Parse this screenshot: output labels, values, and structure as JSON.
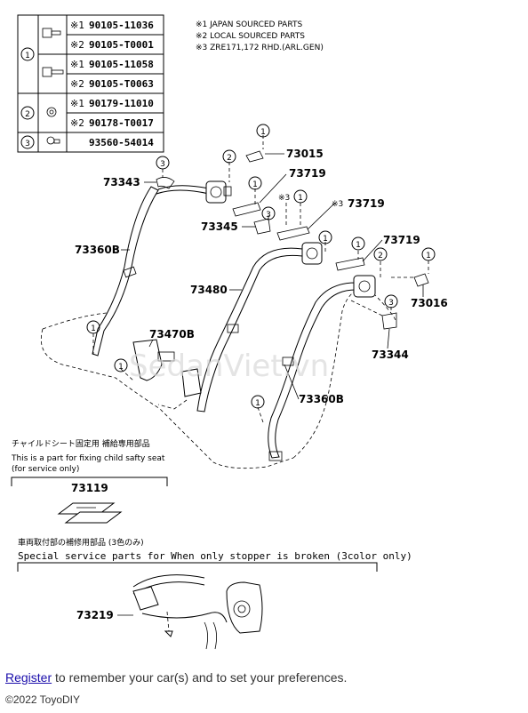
{
  "parts_table": {
    "rows": [
      {
        "group": "1",
        "variant": "※1",
        "part": "90105-11036"
      },
      {
        "group": "1",
        "variant": "※2",
        "part": "90105-T0001"
      },
      {
        "group": "1",
        "variant": "※1",
        "part": "90105-11058"
      },
      {
        "group": "1",
        "variant": "※2",
        "part": "90105-T0063"
      },
      {
        "group": "2",
        "variant": "※1",
        "part": "90179-11010"
      },
      {
        "group": "2",
        "variant": "※2",
        "part": "90178-T0017"
      },
      {
        "group": "3",
        "variant": "",
        "part": "93560-54014"
      }
    ],
    "group_labels": [
      "1",
      "2",
      "3"
    ]
  },
  "legend": [
    "※1  JAPAN  SOURCED  PARTS",
    "※2  LOCAL  SOURCED  PARTS",
    "※3  ZRE171,172 RHD.(ARL.GEN)"
  ],
  "callouts": {
    "p73015": "73015",
    "p73719a": "73719",
    "p73343": "73343",
    "p73719b": "73719",
    "p73719b_prefix": "※3",
    "p73719b_note": "※3",
    "p73345": "73345",
    "p73719c": "73719",
    "p73360a": "73360B",
    "p73480": "73480",
    "p73016": "73016",
    "p73470": "73470B",
    "p73344": "73344",
    "p73360b": "73360B",
    "p73119": "73119",
    "p73219": "73219"
  },
  "markers": {
    "m1": "1",
    "m2": "2",
    "m3": "3"
  },
  "child_seat_note": {
    "jp": "チャイルドシート固定用  補給専用部品",
    "en1": "This is a part for fixing child safty seat",
    "en2": "(for service only)"
  },
  "stopper_note": {
    "jp": "車両取付部の補修用部品 (3色のみ)",
    "en": "Special  service  parts  for  When  only  stopper  is  broken  (3color  only)"
  },
  "watermark": "SedanViet.vn",
  "footer": {
    "register_link": "Register",
    "message": " to remember your car(s) and to set your preferences.",
    "copyright": "©2022 ToyoDIY"
  }
}
